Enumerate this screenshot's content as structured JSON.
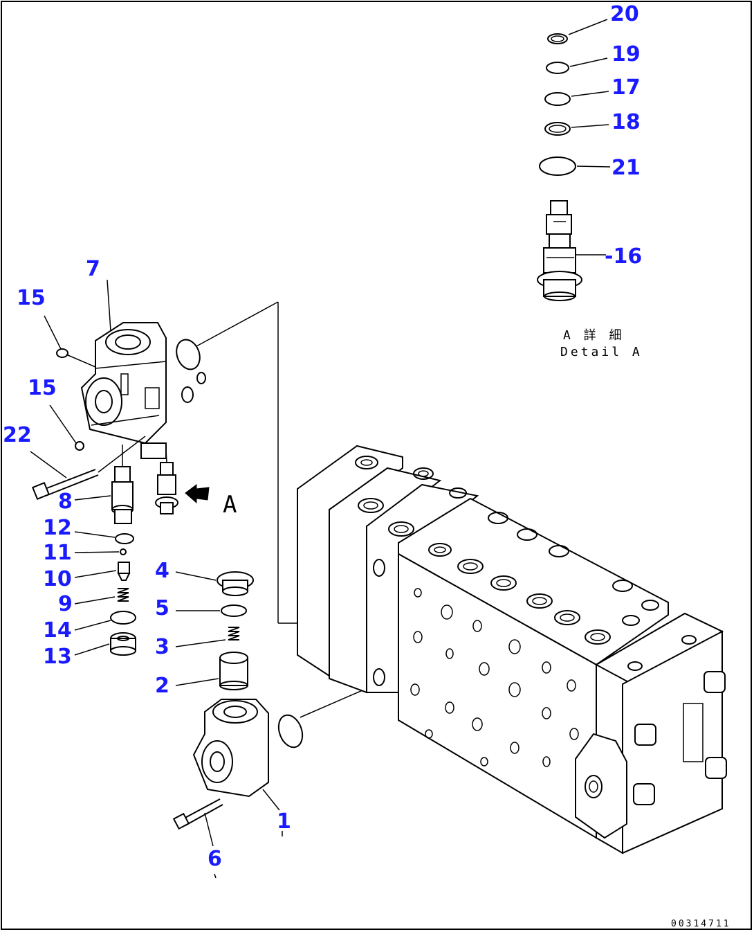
{
  "diagram": {
    "view_marker": "A",
    "detail_caption_jp": "A 詳 細",
    "detail_caption_en": "Detail A",
    "drawing_code": "00314711",
    "callouts": {
      "c20": "20",
      "c19": "19",
      "c17": "17",
      "c18": "18",
      "c21": "21",
      "c16": "-16",
      "c7": "7",
      "c15a": "15",
      "c15b": "15",
      "c22": "22",
      "c8": "8",
      "c12": "12",
      "c11": "11",
      "c10": "10",
      "c9": "9",
      "c14": "14",
      "c13": "13",
      "c4": "4",
      "c5": "5",
      "c3": "3",
      "c2": "2",
      "c1": "1",
      "c6": "6"
    },
    "label_color": "#1a1aff"
  }
}
